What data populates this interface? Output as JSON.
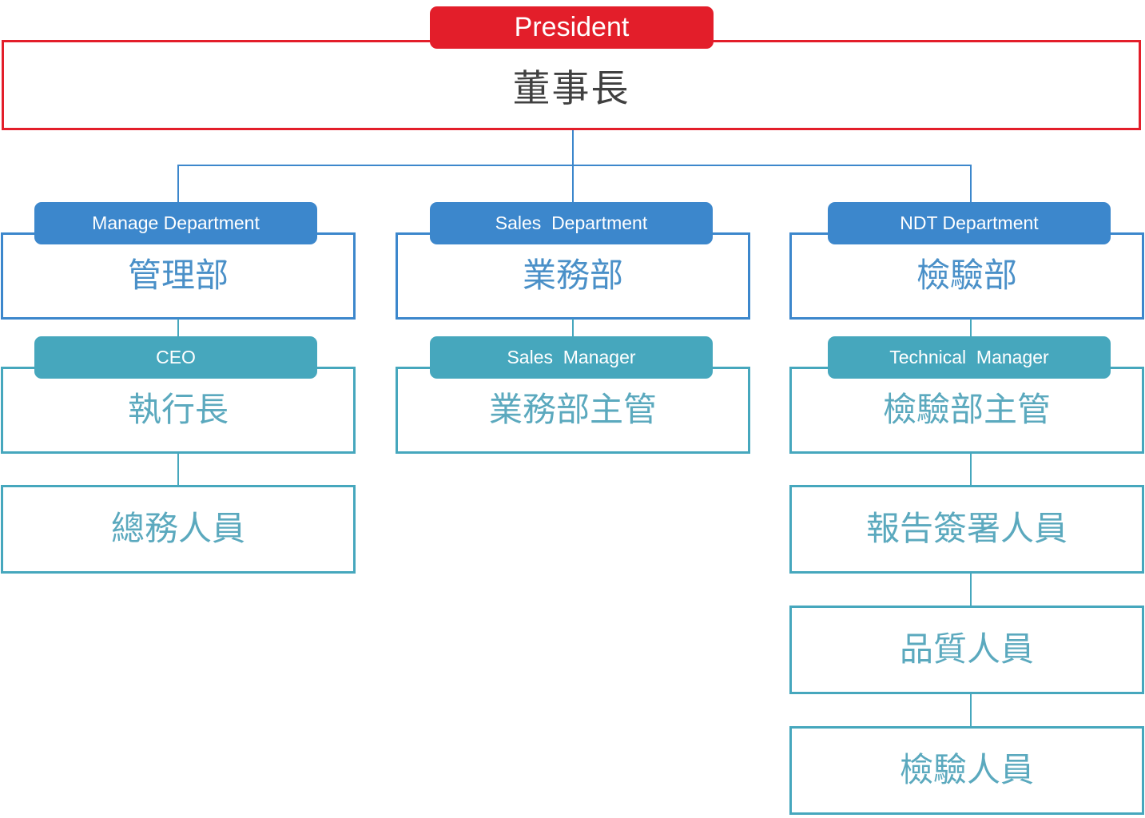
{
  "chart_data": {
    "type": "diagram",
    "title": "Organization Chart",
    "colors": {
      "president": "#E31E2A",
      "department": "#3C87CC",
      "manager": "#46A7BD",
      "text_dark": "#404040"
    },
    "nodes": [
      {
        "id": "president",
        "en": "President",
        "cn": "董事長",
        "level": 0,
        "color": "#E31E2A"
      },
      {
        "id": "manage-department",
        "en": "Manage Department",
        "cn": "管理部",
        "level": 1,
        "color": "#3C87CC"
      },
      {
        "id": "sales-department",
        "en": "Sales  Department",
        "cn": "業務部",
        "level": 1,
        "color": "#3C87CC"
      },
      {
        "id": "ndt-department",
        "en": "NDT Department",
        "cn": "檢驗部",
        "level": 1,
        "color": "#3C87CC"
      },
      {
        "id": "ceo",
        "en": "CEO",
        "cn": "執行長",
        "level": 2,
        "color": "#46A7BD"
      },
      {
        "id": "sales-manager",
        "en": "Sales  Manager",
        "cn": "業務部主管",
        "level": 2,
        "color": "#46A7BD"
      },
      {
        "id": "technical-manager",
        "en": "Technical  Manager",
        "cn": "檢驗部主管",
        "level": 2,
        "color": "#46A7BD"
      },
      {
        "id": "general-affairs-staff",
        "en": "",
        "cn": "總務人員",
        "level": 3,
        "color": "#46A7BD"
      },
      {
        "id": "report-signatory-staff",
        "en": "",
        "cn": "報告簽署人員",
        "level": 3,
        "color": "#46A7BD"
      },
      {
        "id": "quality-staff",
        "en": "",
        "cn": "品質人員",
        "level": 4,
        "color": "#46A7BD"
      },
      {
        "id": "inspection-staff",
        "en": "",
        "cn": "檢驗人員",
        "level": 5,
        "color": "#46A7BD"
      }
    ],
    "edges": [
      {
        "from": "president",
        "to": "manage-department"
      },
      {
        "from": "president",
        "to": "sales-department"
      },
      {
        "from": "president",
        "to": "ndt-department"
      },
      {
        "from": "manage-department",
        "to": "ceo"
      },
      {
        "from": "sales-department",
        "to": "sales-manager"
      },
      {
        "from": "ndt-department",
        "to": "technical-manager"
      },
      {
        "from": "ceo",
        "to": "general-affairs-staff"
      },
      {
        "from": "technical-manager",
        "to": "report-signatory-staff"
      },
      {
        "from": "report-signatory-staff",
        "to": "quality-staff"
      },
      {
        "from": "quality-staff",
        "to": "inspection-staff"
      }
    ]
  },
  "president": {
    "en": "President",
    "cn": "董事長"
  },
  "columns": {
    "manage": {
      "department": {
        "en": "Manage Department",
        "cn": "管理部"
      },
      "manager": {
        "en": "CEO",
        "cn": "執行長"
      },
      "staff": [
        {
          "cn": "總務人員"
        }
      ]
    },
    "sales": {
      "department": {
        "en": "Sales  Department",
        "cn": "業務部"
      },
      "manager": {
        "en": "Sales  Manager",
        "cn": "業務部主管"
      },
      "staff": []
    },
    "ndt": {
      "department": {
        "en": "NDT Department",
        "cn": "檢驗部"
      },
      "manager": {
        "en": "Technical  Manager",
        "cn": "檢驗部主管"
      },
      "staff": [
        {
          "cn": "報告簽署人員"
        },
        {
          "cn": "品質人員"
        },
        {
          "cn": "檢驗人員"
        }
      ]
    }
  }
}
